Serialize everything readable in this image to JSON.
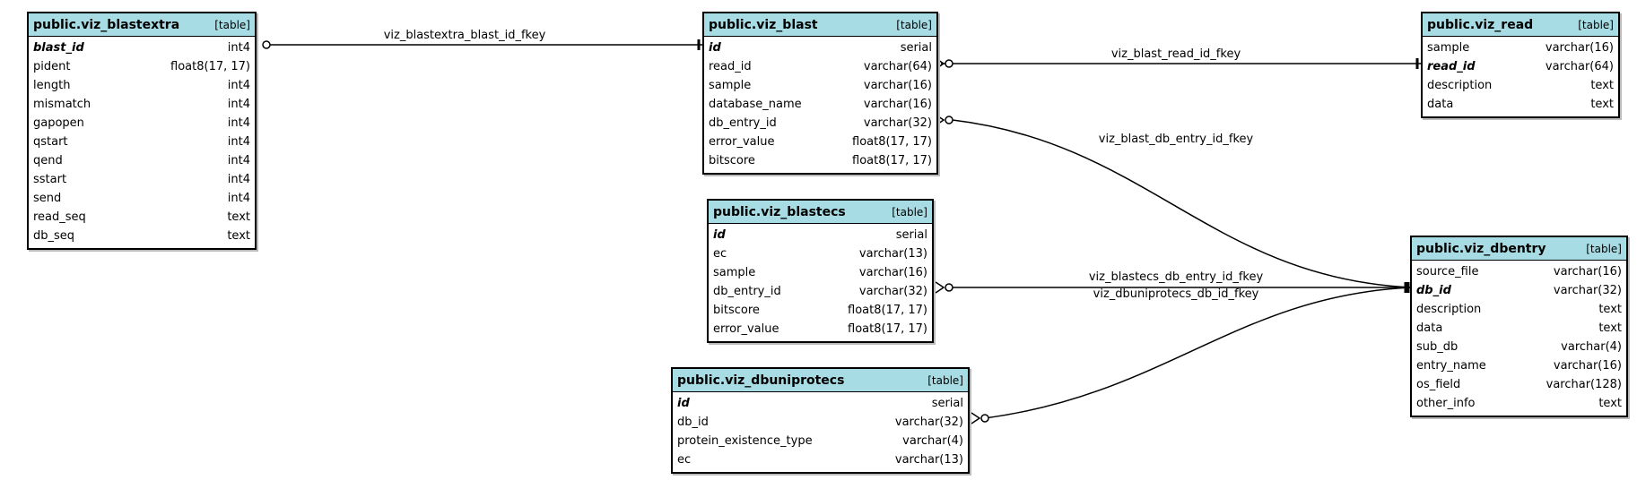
{
  "tables": [
    {
      "id": "viz_blastextra",
      "name": "public.viz_blastextra",
      "kind": "[table]",
      "columns": [
        {
          "name": "blast_id",
          "type": "int4",
          "pk": true
        },
        {
          "name": "pident",
          "type": "float8(17, 17)"
        },
        {
          "name": "length",
          "type": "int4"
        },
        {
          "name": "mismatch",
          "type": "int4"
        },
        {
          "name": "gapopen",
          "type": "int4"
        },
        {
          "name": "qstart",
          "type": "int4"
        },
        {
          "name": "qend",
          "type": "int4"
        },
        {
          "name": "sstart",
          "type": "int4"
        },
        {
          "name": "send",
          "type": "int4"
        },
        {
          "name": "read_seq",
          "type": "text"
        },
        {
          "name": "db_seq",
          "type": "text"
        }
      ]
    },
    {
      "id": "viz_blast",
      "name": "public.viz_blast",
      "kind": "[table]",
      "columns": [
        {
          "name": "id",
          "type": "serial",
          "pk": true
        },
        {
          "name": "read_id",
          "type": "varchar(64)"
        },
        {
          "name": "sample",
          "type": "varchar(16)"
        },
        {
          "name": "database_name",
          "type": "varchar(16)"
        },
        {
          "name": "db_entry_id",
          "type": "varchar(32)"
        },
        {
          "name": "error_value",
          "type": "float8(17, 17)"
        },
        {
          "name": "bitscore",
          "type": "float8(17, 17)"
        }
      ]
    },
    {
      "id": "viz_read",
      "name": "public.viz_read",
      "kind": "[table]",
      "columns": [
        {
          "name": "sample",
          "type": "varchar(16)"
        },
        {
          "name": "read_id",
          "type": "varchar(64)",
          "pk": true
        },
        {
          "name": "description",
          "type": "text"
        },
        {
          "name": "data",
          "type": "text"
        }
      ]
    },
    {
      "id": "viz_blastecs",
      "name": "public.viz_blastecs",
      "kind": "[table]",
      "columns": [
        {
          "name": "id",
          "type": "serial",
          "pk": true
        },
        {
          "name": "ec",
          "type": "varchar(13)"
        },
        {
          "name": "sample",
          "type": "varchar(16)"
        },
        {
          "name": "db_entry_id",
          "type": "varchar(32)"
        },
        {
          "name": "bitscore",
          "type": "float8(17, 17)"
        },
        {
          "name": "error_value",
          "type": "float8(17, 17)"
        }
      ]
    },
    {
      "id": "viz_dbuniprotecs",
      "name": "public.viz_dbuniprotecs",
      "kind": "[table]",
      "columns": [
        {
          "name": "id",
          "type": "serial",
          "pk": true
        },
        {
          "name": "db_id",
          "type": "varchar(32)"
        },
        {
          "name": "protein_existence_type",
          "type": "varchar(4)"
        },
        {
          "name": "ec",
          "type": "varchar(13)"
        }
      ]
    },
    {
      "id": "viz_dbentry",
      "name": "public.viz_dbentry",
      "kind": "[table]",
      "columns": [
        {
          "name": "source_file",
          "type": "varchar(16)"
        },
        {
          "name": "db_id",
          "type": "varchar(32)",
          "pk": true
        },
        {
          "name": "description",
          "type": "text"
        },
        {
          "name": "data",
          "type": "text"
        },
        {
          "name": "sub_db",
          "type": "varchar(4)"
        },
        {
          "name": "entry_name",
          "type": "varchar(16)"
        },
        {
          "name": "os_field",
          "type": "varchar(128)"
        },
        {
          "name": "other_info",
          "type": "text"
        }
      ]
    }
  ],
  "relations": [
    {
      "label": "viz_blastextra_blast_id_fkey"
    },
    {
      "label": "viz_blast_read_id_fkey"
    },
    {
      "label": "viz_blast_db_entry_id_fkey"
    },
    {
      "label": "viz_blastecs_db_entry_id_fkey"
    },
    {
      "label": "viz_dbuniprotecs_db_id_fkey"
    }
  ],
  "colors": {
    "header": "#a7dce4",
    "border": "#000000",
    "line": "#000000"
  }
}
